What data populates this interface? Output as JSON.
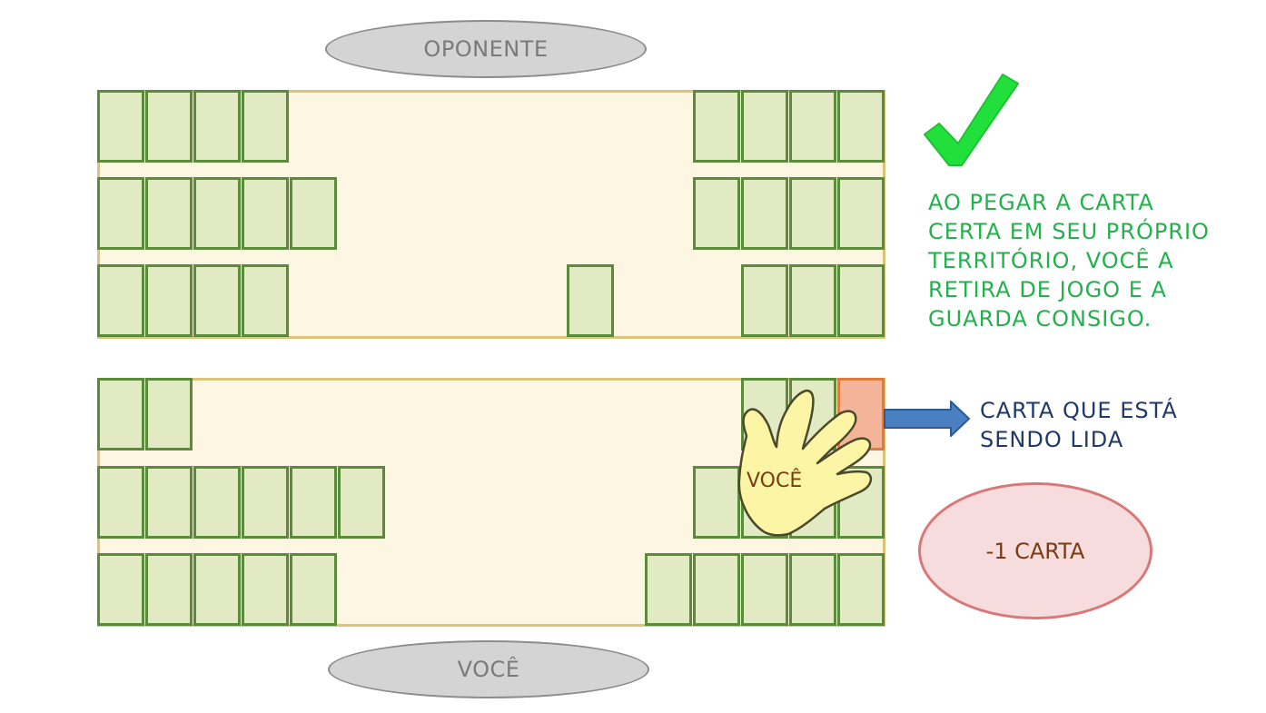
{
  "labels": {
    "opponent": "OPONENTE",
    "you": "VOCÊ",
    "hand_label": "VOCÊ"
  },
  "explanation": {
    "lines": [
      "AO PEGAR A CARTA",
      "CERTA EM SEU PRÓPRIO",
      "TERRITÓRIO, VOCÊ A",
      "RETIRA DE JOGO E A",
      "GUARDA CONSIGO."
    ]
  },
  "arrow_note": {
    "lines": [
      "CARTA QUE ESTÁ",
      "SENDO LIDA"
    ]
  },
  "penalty": "-1 CARTA",
  "icons": {
    "check": "checkmark-icon",
    "hand": "hand-icon",
    "arrow": "arrow-right-icon"
  },
  "colors": {
    "check": "#22e03c",
    "explanation_text": "#22b14c",
    "card_fill": "#e2eac4",
    "card_border": "#5b8a3a",
    "read_card_fill": "#f4b49a",
    "read_card_border": "#e07b3c",
    "arrow": "#4a7fc1",
    "hand_fill": "#fdf5a6"
  }
}
